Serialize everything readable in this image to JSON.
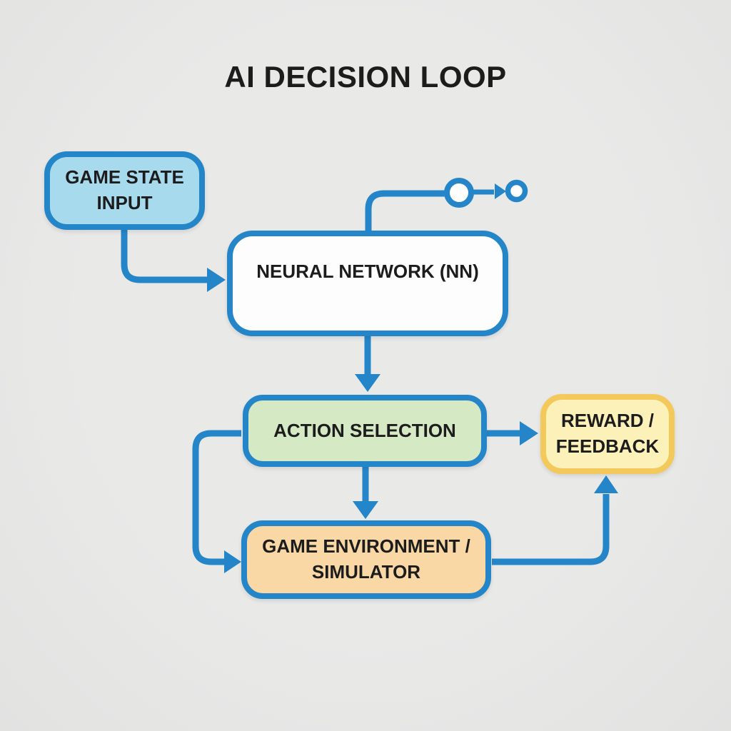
{
  "title": "AI DECISION LOOP",
  "nodes": {
    "game_state_input": {
      "label": "GAME STATE INPUT"
    },
    "neural_network": {
      "label": "NEURAL NETWORK (NN)"
    },
    "action_selection": {
      "label": "ACTION SELECTION"
    },
    "game_environment": {
      "label": "GAME ENVIRONMENT / SIMULATOR"
    },
    "reward_feedback": {
      "label": "REWARD / FEEDBACK"
    }
  },
  "icons": {
    "neural_network_icon": "three-connected-neurons-with-arrow",
    "output_node_icon": "neuron-to-neuron-arrow"
  },
  "colors": {
    "bg": "#e9e9e8",
    "blue": "#2486c8",
    "lightblue": "#a8daee",
    "white": "#fdfdfd",
    "green": "#d6e9c5",
    "orange": "#f9d8a5",
    "yellow": "#fdf1ba",
    "gold": "#f3c95c",
    "text": "#1c1c1c"
  }
}
